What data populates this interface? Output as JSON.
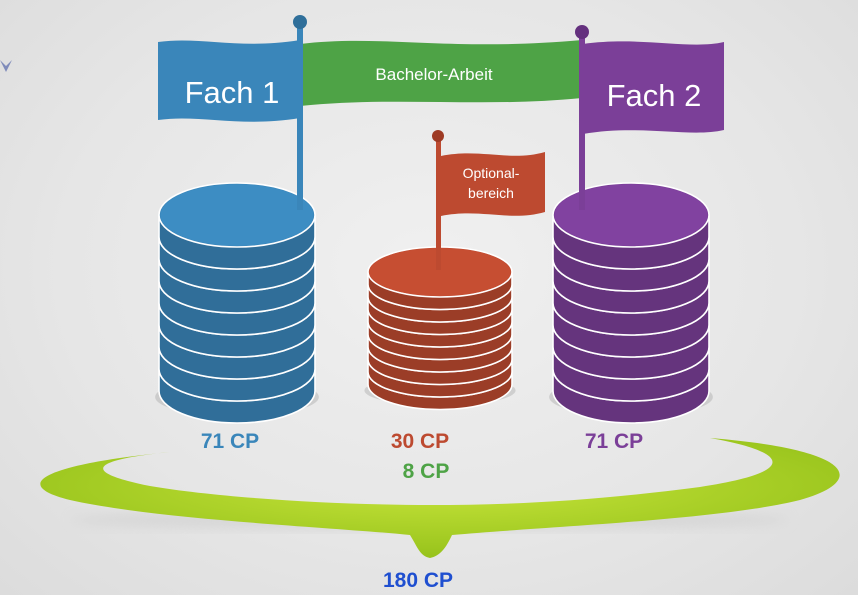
{
  "flags": {
    "fach1": "Fach 1",
    "fach2": "Fach 2",
    "bachelor": "Bachelor-Arbeit",
    "optional_line1": "Optional-",
    "optional_line2": "bereich"
  },
  "credits": {
    "fach1": "71 CP",
    "optional": "30 CP",
    "bachelor": "8 CP",
    "fach2": "71 CP",
    "total": "180 CP"
  },
  "colors": {
    "blue": "#3a86ba",
    "purple": "#7b3f98",
    "red": "#bd4a30",
    "green": "#4ea346",
    "lime": "#9cc81f",
    "total_blue": "#1f4fd0"
  }
}
